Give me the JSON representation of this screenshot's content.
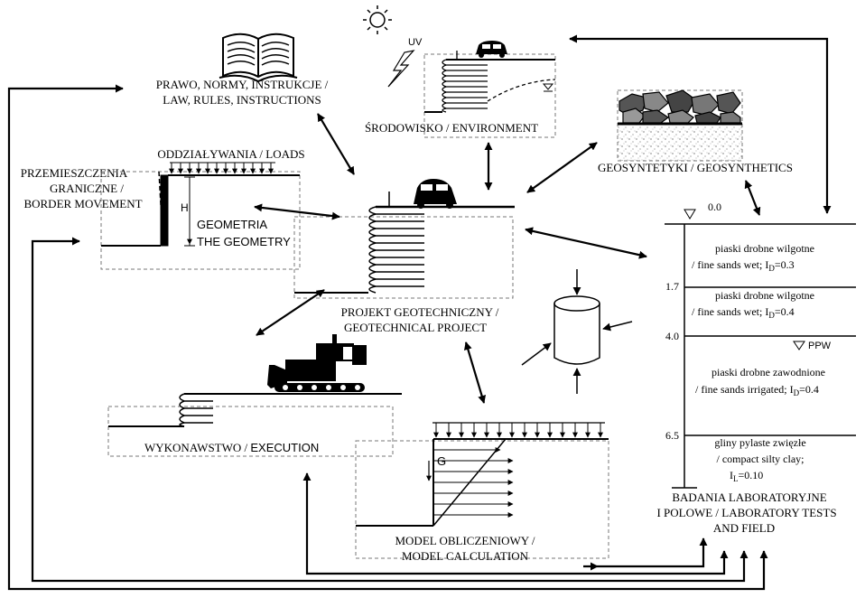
{
  "labels": {
    "law_line1": "PRAWO, NORMY, INSTRUKCJE /",
    "law_line2": "LAW, RULES, INSTRUCTIONS",
    "environment": "ŚRODOWISKO / ENVIRONMENT",
    "uv": "UV",
    "geosynthetics": "GEOSYNTETYKI / GEOSYNTHETICS",
    "loads": "ODDZIAŁYWANIA / LOADS",
    "border_line1": "PRZEMIESZCZENIA",
    "border_line2": "GRANICZNE /",
    "border_line3": "BORDER MOVEMENT",
    "h_label": "H",
    "geometry_line1": "GEOMETRIA",
    "geometry_line2": "THE GEOMETRY",
    "project_line1": "PROJEKT GEOTECHNICZNY /",
    "project_line2": "GEOTECHNICAL PROJECT",
    "execution_pl": "WYKONAWSTWO / ",
    "execution_en": "EXECUTION",
    "model_line1": "MODEL OBLICZENIOWY /",
    "model_line2": "MODEL CALCULATION",
    "g_label": "G",
    "lab_line1": "BADANIA LABORATORYJNE",
    "lab_line2": "I POLOWE / LABORATORY TESTS",
    "lab_line3": "AND FIELD"
  },
  "soil_profile": {
    "depths": [
      "0.0",
      "1.7",
      "4.0",
      "6.5"
    ],
    "water_label": "PPW",
    "layers": [
      {
        "line1": "piaski drobne wilgotne",
        "line2_prefix": "/ fine sands wet;  I",
        "sub": "D",
        "value": "=0.3"
      },
      {
        "line1": "piaski drobne wilgotne",
        "line2_prefix": "/ fine sands wet;  I",
        "sub": "D",
        "value": "=0.4"
      },
      {
        "line1": "piaski drobne zawodnione",
        "line2_prefix": "/ fine sands irrigated;  I",
        "sub": "D",
        "value": "=0.4"
      },
      {
        "line1": "gliny pylaste zwięzłe",
        "line2": "/ compact silty clay;",
        "line3_prefix": "I",
        "sub": "L",
        "value": "=0.10"
      }
    ]
  }
}
